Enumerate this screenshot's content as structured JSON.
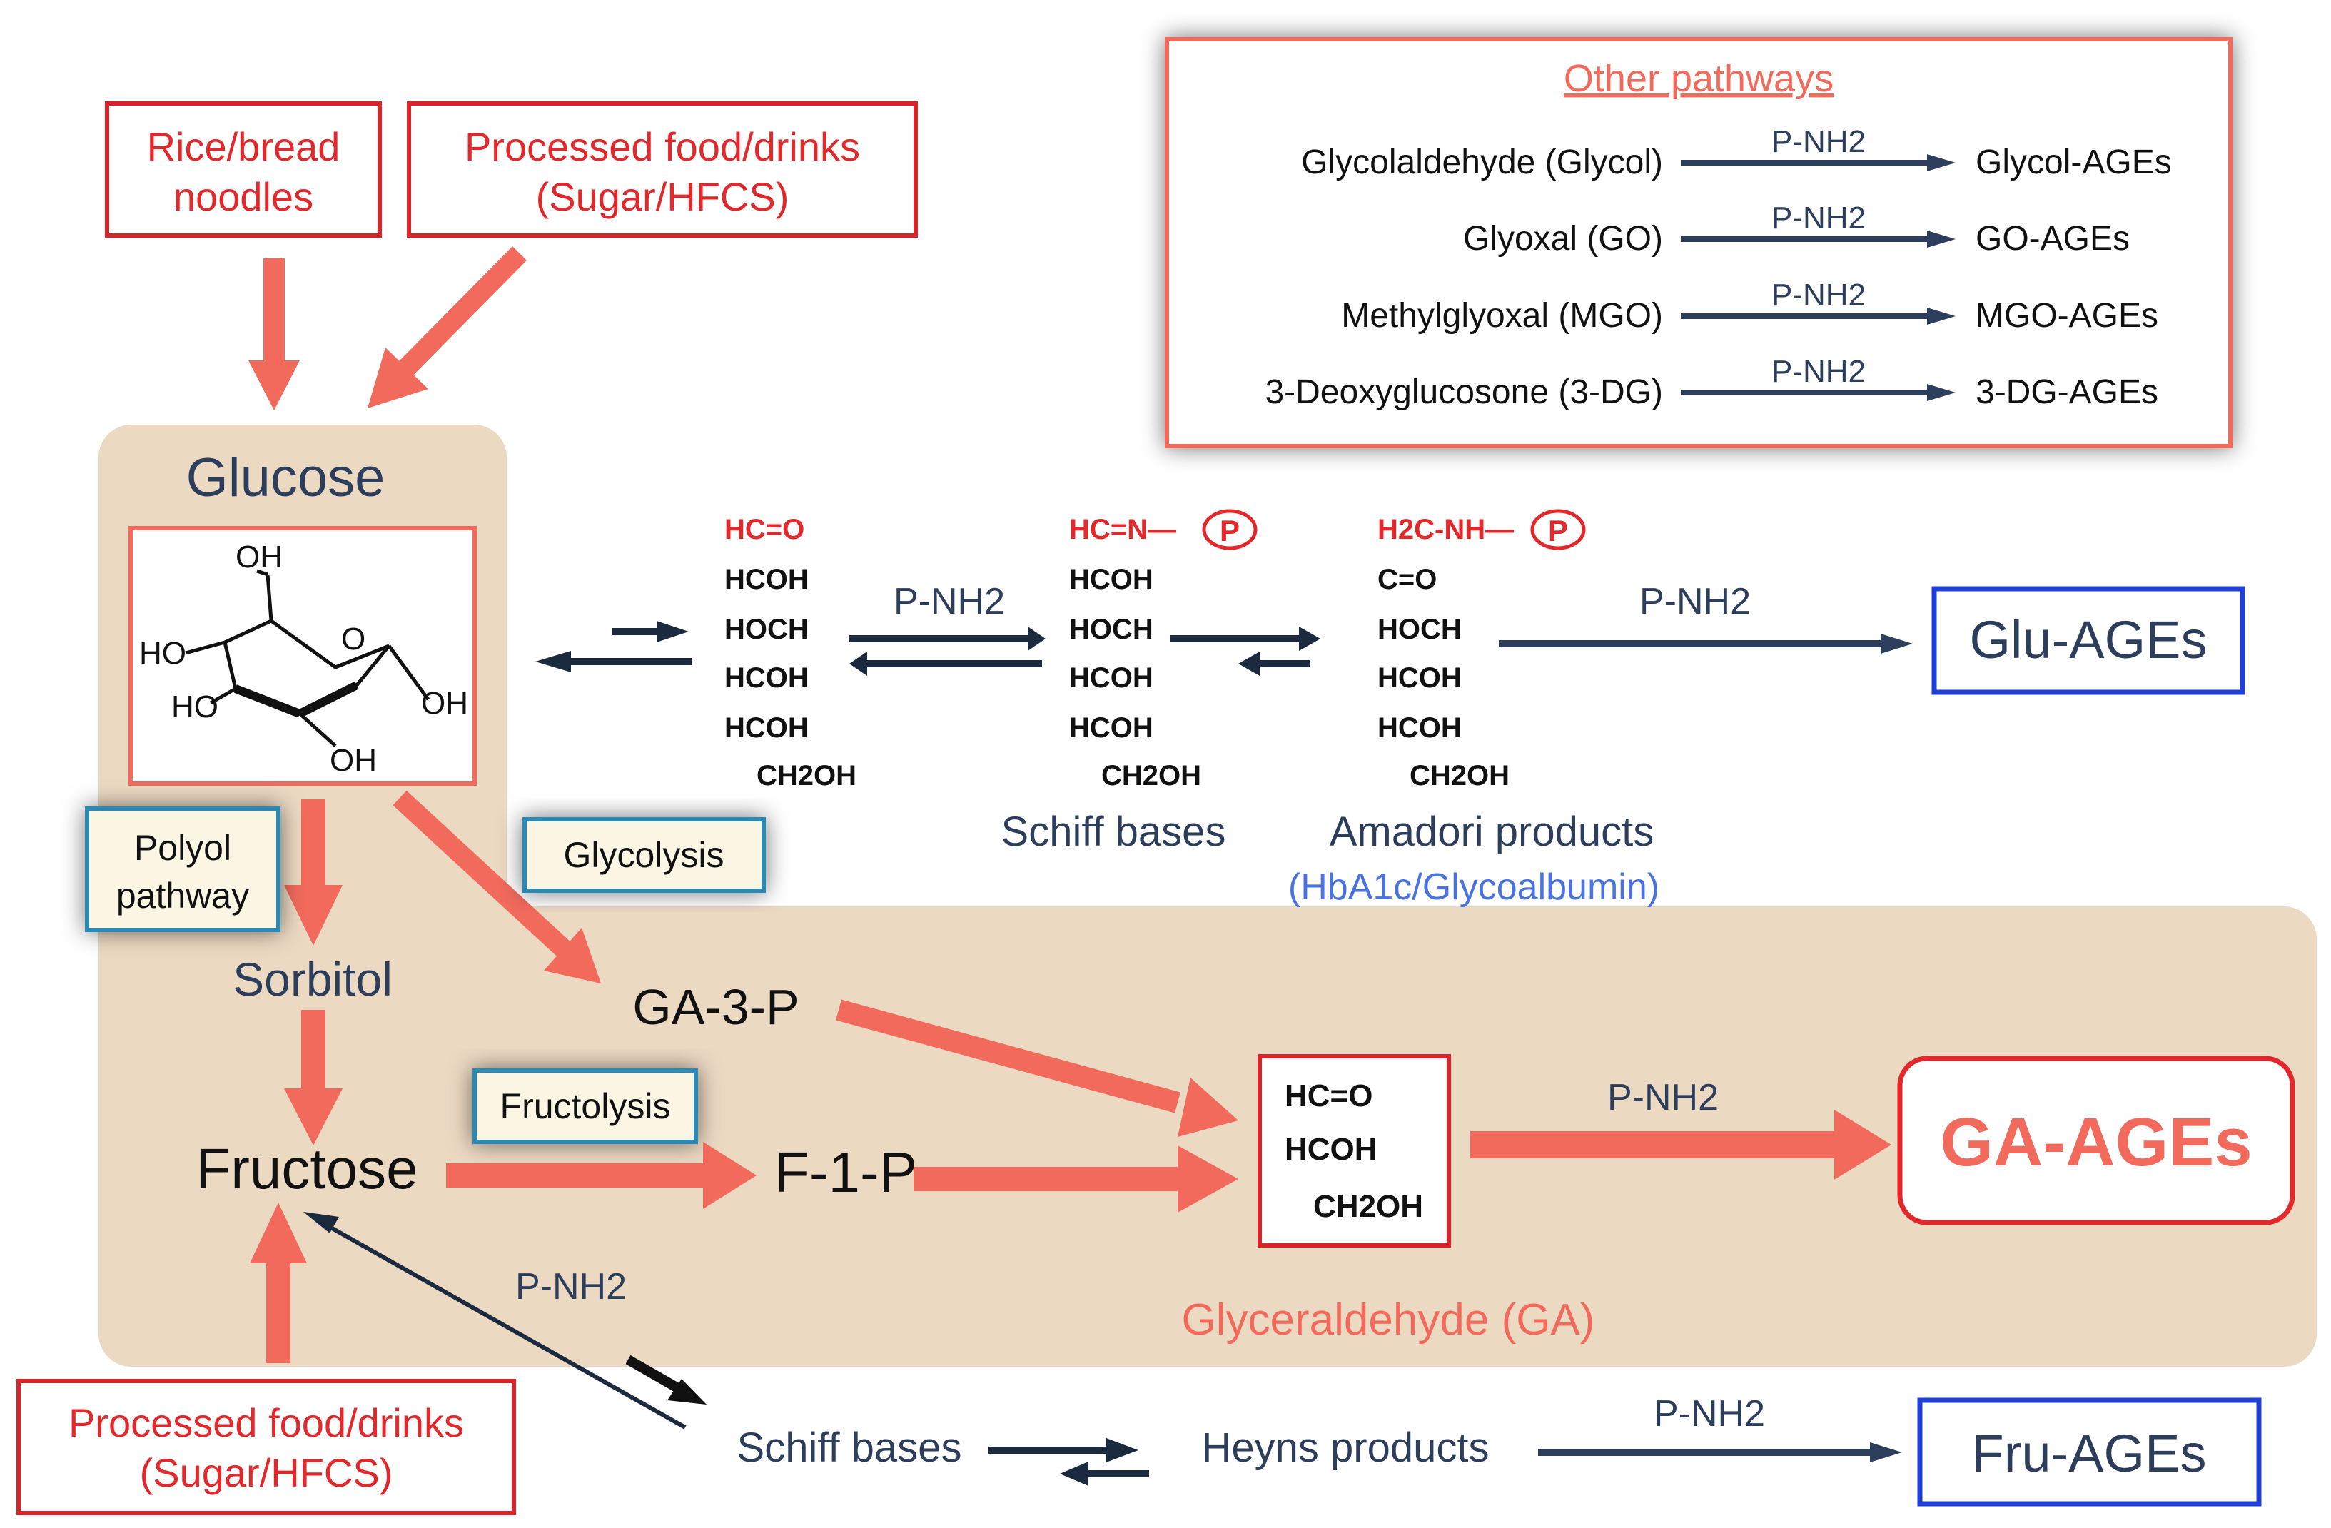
{
  "colors": {
    "red": "#e3282b",
    "salmon": "#f26a5c",
    "box_red": "#d9242a",
    "beige": "#ebd9c2",
    "navy": "#2c3e5c",
    "blue_border": "#1f3fd6",
    "teal_border": "#2a8ab5",
    "light_blue_text": "#4a72e0",
    "black": "#111111"
  },
  "sources": {
    "rice": [
      "Rice/bread",
      "noodles"
    ],
    "processed_top": [
      "Processed food/drinks",
      "(Sugar/HFCS)"
    ],
    "processed_bottom": [
      "Processed food/drinks",
      "(Sugar/HFCS)"
    ]
  },
  "other_pathways": {
    "title": "Other pathways",
    "reagent": "P-NH2",
    "rows": [
      {
        "from": "Glycolaldehyde (Glycol)",
        "to": "Glycol-AGEs"
      },
      {
        "from": "Glyoxal (GO)",
        "to": "GO-AGEs"
      },
      {
        "from": "Methylglyoxal (MGO)",
        "to": "MGO-AGEs"
      },
      {
        "from": "3-Deoxyglucosone (3-DG)",
        "to": "3-DG-AGEs"
      }
    ]
  },
  "glucose": {
    "title": "Glucose",
    "oh_labels": [
      "OH",
      "HO",
      "HO",
      "OH",
      "OH",
      "O"
    ]
  },
  "open_chain": {
    "glucose": [
      "HC=O",
      "HCOH",
      "HOCH",
      "HCOH",
      "HCOH",
      "CH2OH"
    ],
    "schiff": [
      "HC=N—",
      "HCOH",
      "HOCH",
      "HCOH",
      "HCOH",
      "CH2OH"
    ],
    "amadori": [
      "H2C-NH—",
      "C=O",
      "HOCH",
      "HCOH",
      "HCOH",
      "CH2OH"
    ],
    "p_symbol": "P"
  },
  "top_flow": {
    "reagent_1": "P-NH2",
    "reagent_2": "P-NH2",
    "schiff_label": "Schiff bases",
    "amadori_label": "Amadori products",
    "amadori_sub": "(HbA1c/Glycoalbumin)",
    "product": "Glu-AGEs"
  },
  "labels": {
    "polyol": [
      "Polyol",
      "pathway"
    ],
    "glycolysis": "Glycolysis",
    "fructolysis": "Fructolysis",
    "sorbitol": "Sorbitol",
    "fructose": "Fructose",
    "ga3p": "GA-3-P",
    "f1p": "F-1-P",
    "ga_chain": [
      "HC=O",
      "HCOH",
      "CH2OH"
    ],
    "ga_reagent": "P-NH2",
    "ga_product": "GA-AGEs",
    "ga_name": "Glyceraldehyde (GA)"
  },
  "bottom_flow": {
    "reagent_diag": "P-NH2",
    "schiff_label": "Schiff bases",
    "heyns_label": "Heyns products",
    "reagent": "P-NH2",
    "product": "Fru-AGEs"
  }
}
